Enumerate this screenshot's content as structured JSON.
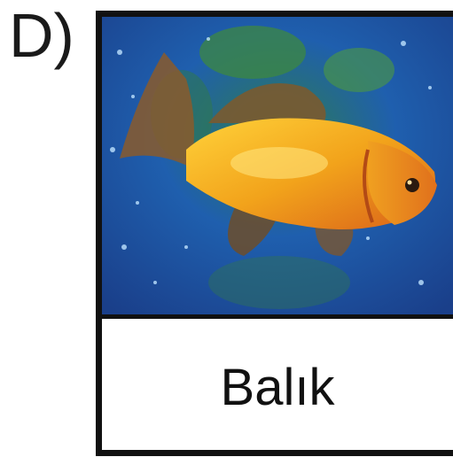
{
  "option": {
    "letter": "D)"
  },
  "card": {
    "image": {
      "subject": "goldfish",
      "icon": "fish-illustration"
    },
    "caption": "Balık"
  },
  "colors": {
    "border": "#111111",
    "water": "#1a4fa0",
    "fish_body": "#f2a31b"
  }
}
